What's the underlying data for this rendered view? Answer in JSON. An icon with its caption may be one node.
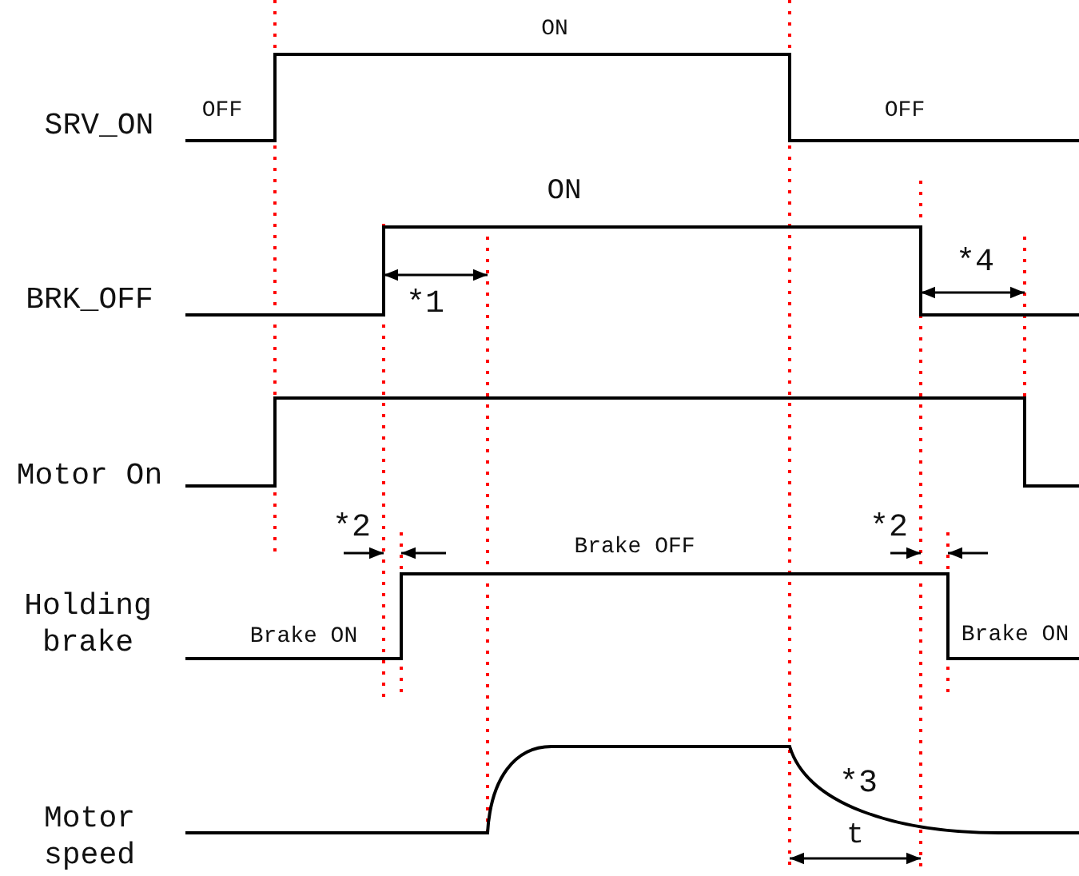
{
  "diagram": {
    "labels": [
      "ON",
      "SRV_ON",
      "OFF",
      "OFF",
      "ON",
      "BRK_OFF",
      "*1",
      "*4",
      "Motor On",
      "*2",
      "Brake OFF",
      "*2",
      "Holding brake",
      "Brake ON",
      "Brake ON",
      "*3",
      "Motor speed",
      "t"
    ]
  }
}
